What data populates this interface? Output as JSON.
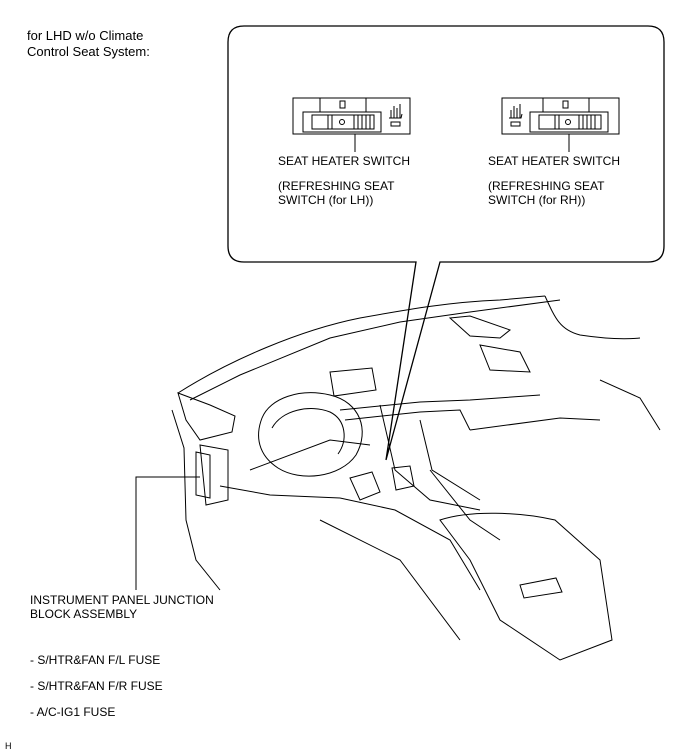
{
  "title": "for LHD w/o Climate\nControl Seat System:",
  "callout": {
    "left_switch": {
      "name": "SEAT HEATER SWITCH",
      "note": "(REFRESHING SEAT\nSWITCH (for LH))"
    },
    "right_switch": {
      "name": "SEAT HEATER SWITCH",
      "note": "(REFRESHING SEAT\nSWITCH (for RH))"
    }
  },
  "junction_block": {
    "label": "INSTRUMENT PANEL JUNCTION\nBLOCK ASSEMBLY",
    "fuses": [
      "- S/HTR&FAN F/L FUSE",
      "- S/HTR&FAN F/R FUSE",
      "- A/C-IG1 FUSE"
    ]
  },
  "corner_mark": "H",
  "icons": [
    "seat-heater-icon",
    "refreshing-seat-icon"
  ]
}
